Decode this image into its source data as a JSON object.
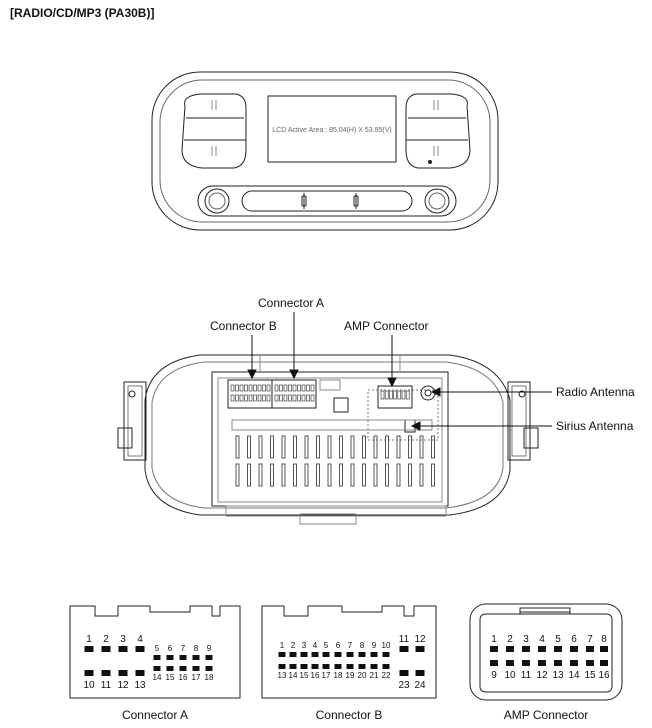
{
  "title": "[RADIO/CD/MP3 (PA30B)]",
  "lcd_text": "LCD Active Area : 85.04(H) X 53.85(V)",
  "labels": {
    "connector_a": "Connector A",
    "connector_b": "Connector B",
    "amp_connector": "AMP Connector",
    "radio_antenna": "Radio Antenna",
    "sirius_antenna": "Sirius Antenna"
  },
  "connector_a": {
    "caption": "Connector A",
    "top_pins": [
      "1",
      "2",
      "3",
      "4"
    ],
    "top_pins_small": [
      "5",
      "6",
      "7",
      "8",
      "9"
    ],
    "bottom_pins": [
      "10",
      "11",
      "12",
      "13"
    ],
    "bottom_pins_small": [
      "14",
      "15",
      "16",
      "17",
      "18"
    ]
  },
  "connector_b": {
    "caption": "Connector B",
    "top_pins": [
      "1",
      "2",
      "3",
      "4",
      "5",
      "6",
      "7",
      "8",
      "9",
      "10"
    ],
    "top_pins_large": [
      "11",
      "12"
    ],
    "bottom_pins": [
      "13",
      "14",
      "15",
      "16",
      "17",
      "18",
      "19",
      "20",
      "21",
      "22"
    ],
    "bottom_pins_large": [
      "23",
      "24"
    ]
  },
  "amp_connector": {
    "caption": "AMP Connector",
    "top_pins": [
      "1",
      "2",
      "3",
      "4",
      "5",
      "6",
      "7",
      "8"
    ],
    "bottom_pins": [
      "9",
      "10",
      "11",
      "12",
      "13",
      "14",
      "15",
      "16"
    ]
  }
}
